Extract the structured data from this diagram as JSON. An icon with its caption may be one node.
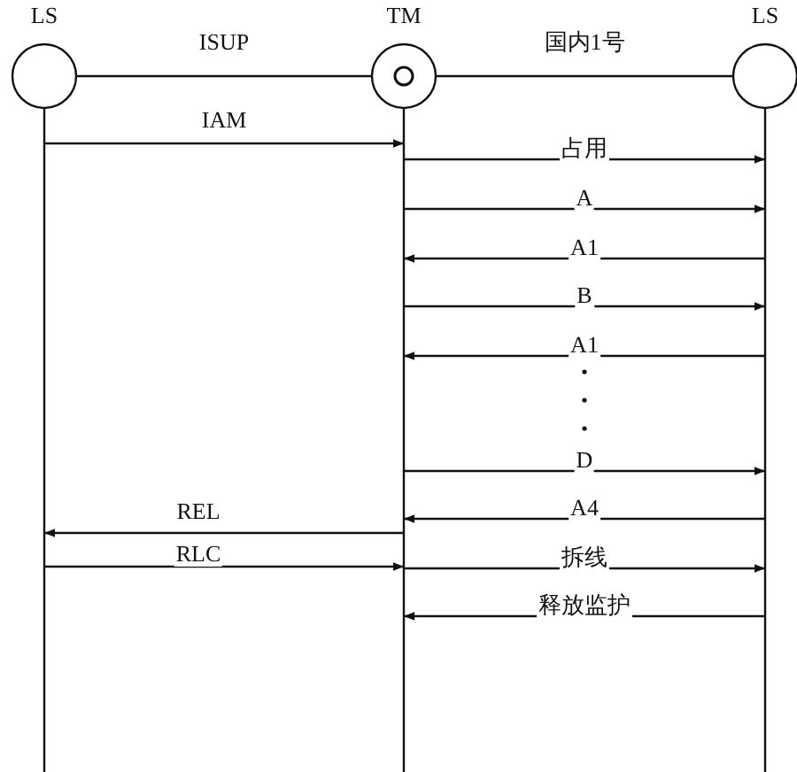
{
  "diagram": {
    "nodes": [
      {
        "text": [
          "LS"
        ]
      },
      {
        "text": [
          "TM"
        ]
      },
      {
        "text": [
          "LS"
        ]
      }
    ],
    "edges": [
      {
        "from": 0,
        "to": 1,
        "arrow": "none",
        "label": "ISUP"
      },
      {
        "from": 1,
        "to": 2,
        "arrow": "none",
        "label": "国内1号"
      },
      {
        "from": 0,
        "to": 1,
        "arrow": "to",
        "label": "IAM"
      },
      {
        "from": 1,
        "to": 2,
        "arrow": "to",
        "label": "占用"
      },
      {
        "from": 1,
        "to": 2,
        "arrow": "to",
        "label": "A"
      },
      {
        "from": 2,
        "to": 1,
        "arrow": "to",
        "label": "A1"
      },
      {
        "from": 1,
        "to": 2,
        "arrow": "to",
        "label": "B"
      },
      {
        "from": 2,
        "to": 1,
        "arrow": "to",
        "label": "A1"
      },
      {
        "from": 1,
        "to": 2,
        "arrow": "to",
        "label": "D"
      },
      {
        "from": 2,
        "to": 1,
        "arrow": "to",
        "label": "A4"
      },
      {
        "from": 1,
        "to": 0,
        "arrow": "to",
        "label": "REL"
      },
      {
        "from": 1,
        "to": 2,
        "arrow": "to",
        "label": "拆线"
      },
      {
        "from": 0,
        "to": 1,
        "arrow": "to",
        "label": "RLC"
      },
      {
        "from": 2,
        "to": 1,
        "arrow": "to",
        "label": "释放监护"
      }
    ]
  }
}
